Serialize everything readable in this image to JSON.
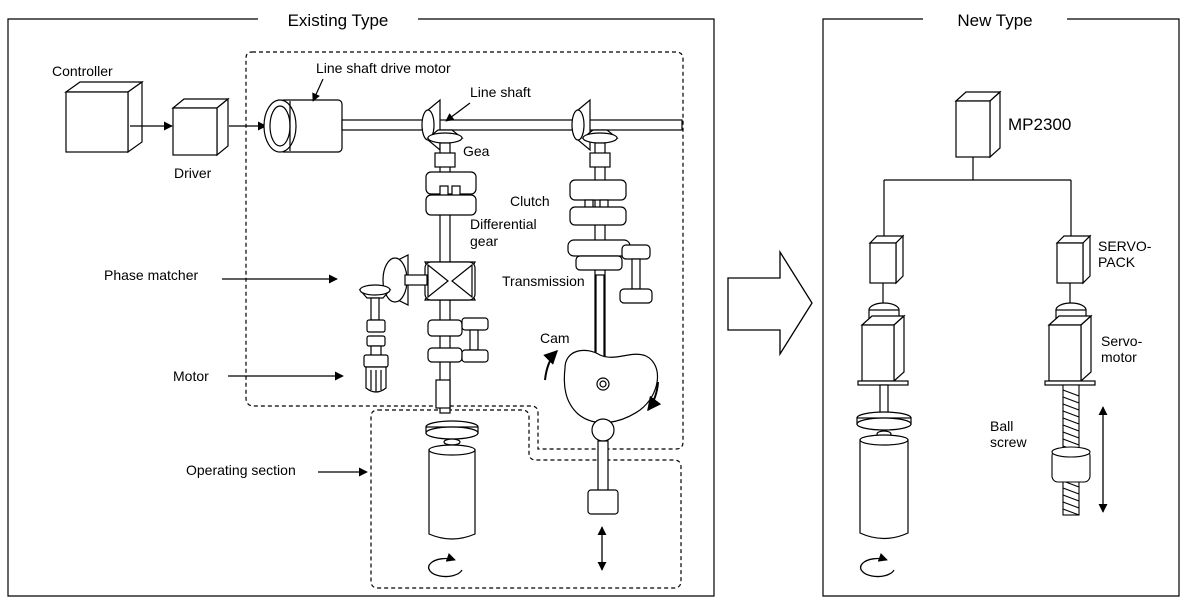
{
  "panels": {
    "existing_title": "Existing Type",
    "new_title": "New Type"
  },
  "existing": {
    "controller": "Controller",
    "driver": "Driver",
    "line_shaft_drive_motor": "Line shaft drive motor",
    "line_shaft": "Line shaft",
    "gear": "Gea",
    "clutch": "Clutch",
    "differential_gear_1": "Differential",
    "differential_gear_2": "gear",
    "phase_matcher": "Phase matcher",
    "transmission": "Transmission",
    "cam": "Cam",
    "motor": "Motor",
    "operating_section": "Operating section"
  },
  "new": {
    "controller": "MP2300",
    "servopack_1": "SERVO-",
    "servopack_2": "PACK",
    "servomotor_1": "Servo-",
    "servomotor_2": "motor",
    "ball_screw_1": "Ball",
    "ball_screw_2": "screw"
  }
}
